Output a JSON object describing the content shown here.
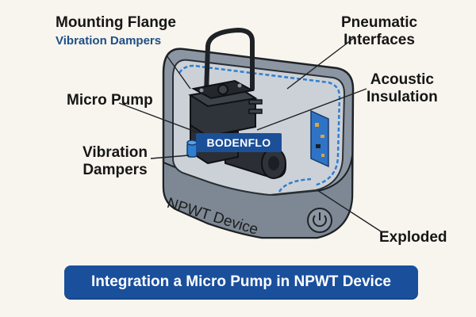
{
  "labels": {
    "mounting_flange": "Mounting Flange",
    "vibration_dampers_sub": "Vibration Dampers",
    "pneumatic_interfaces_line1": "Pneumatic",
    "pneumatic_interfaces_line2": "Interfaces",
    "acoustic_insulation_line1": "Acoustic",
    "acoustic_insulation_line2": "Insulation",
    "micro_pump": "Micro Pump",
    "vibration_dampers_line1": "Vibration",
    "vibration_dampers_line2": "Dampers",
    "exploded": "Exploded"
  },
  "device_label": "NPWT Device",
  "brand_logo": "BODENFLO",
  "banner_title": "Integration a Micro Pump in NPWT Device",
  "colors": {
    "background": "#f8f5ee",
    "housing": "#8b96a2",
    "housing_inner": "#cfd3d8",
    "insulation": "#2f7fcf",
    "pump_body": "#2b2f35",
    "banner": "#1a4f9c",
    "pcb": "#2f73c6"
  },
  "icons": {
    "power": "power-icon"
  }
}
